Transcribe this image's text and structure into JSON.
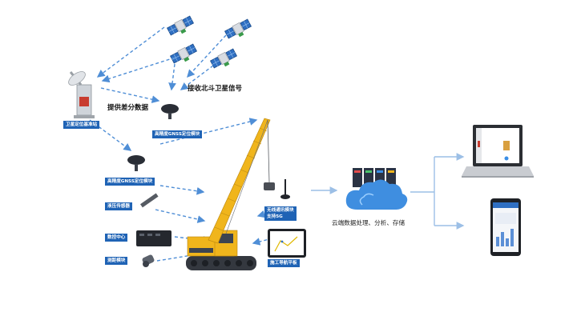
{
  "labels": {
    "base_station": "卫星定位基准站",
    "receive_beidou": "接收北斗卫星信号",
    "provide_diff": "提供差分数据",
    "gnss_top": "高精度GNSS定位模块",
    "gnss_left": "高精度GNSS定位模块",
    "hydraulic_sensor": "液压传感器",
    "control_center": "数控中心",
    "ranging_module": "测距模块",
    "wireless_module": "无线通讯模块\n支持5G",
    "nav_tablet": "施工导航平板",
    "cloud": "云端数据处理、分析、存储"
  },
  "colors": {
    "tag_bg": "#1f63b5",
    "dashed_arrow": "#4f8ed6",
    "solid_arrow": "#9cbfe6",
    "crane_yellow": "#f0b51c"
  },
  "icons": [
    "satellite-icon",
    "base-station-icon",
    "gnss-antenna-icon",
    "crane-icon",
    "cloud-icon",
    "laptop-icon",
    "phone-icon",
    "tablet-icon",
    "antenna-icon",
    "sensor-icon",
    "control-box-icon",
    "ranging-sensor-icon"
  ]
}
